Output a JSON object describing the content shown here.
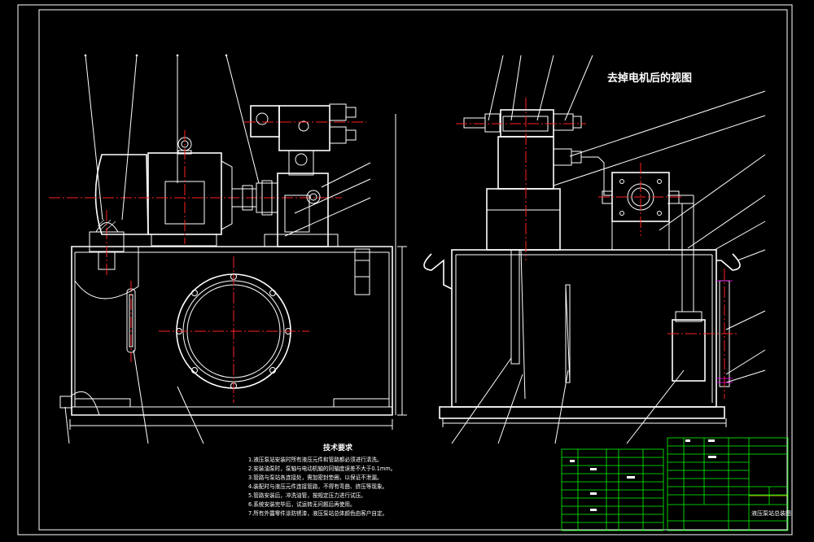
{
  "view_title": "去掉电机后的视图",
  "notes_title": "技术要求",
  "notes": [
    "1.液压泵站安装时所有液压元件和管路都必须进行清洗。",
    "2.安装油泵时，泵轴与电动机轴的同轴度误差不大于0.1mm。",
    "3.管路与泵站各连接处，需加密封垫圈，以保证不泄漏。",
    "4.装配时与液压元件连接管路，不得有弯曲、挤压等现象。",
    "5.管路安装后，冲洗油管，按规定压力进行试压。",
    "6.系统安装完毕后，试运转无问题后再使用。",
    "7.所有外露零件涂防锈漆，液压泵站总体颜色由客户自定。"
  ],
  "title_block_name": "液压泵站总装图",
  "colors": {
    "background": "#000000",
    "line": "#ffffff",
    "center": "#ff2020",
    "table": "#00ff00",
    "accent": "#ff00ff"
  }
}
